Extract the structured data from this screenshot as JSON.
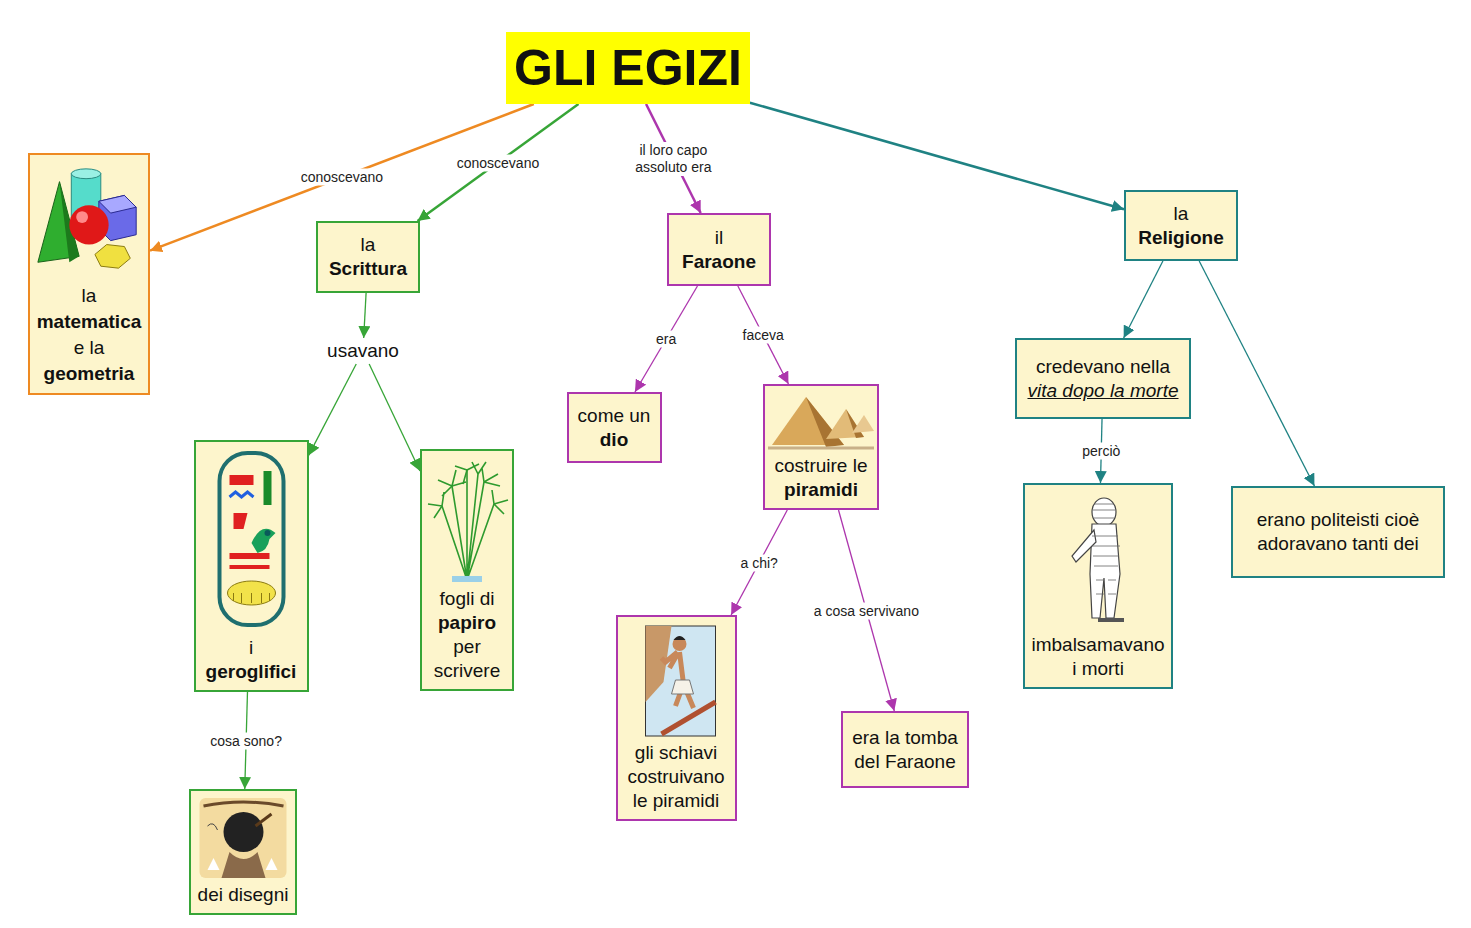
{
  "diagram": {
    "nodes": [
      {
        "text": [
          "GLI EGIZI"
        ]
      },
      {
        "text": [
          "la",
          "matematica",
          "e la",
          "geometria"
        ]
      },
      {
        "text": [
          "la",
          "Scrittura"
        ]
      },
      {
        "text": [
          "il",
          "Faraone"
        ]
      },
      {
        "text": [
          "la",
          "Religione"
        ]
      },
      {
        "text": [
          "usavano"
        ]
      },
      {
        "text": [
          "i",
          "geroglifici"
        ]
      },
      {
        "text": [
          "fogli di",
          "papiro",
          "per scrivere"
        ]
      },
      {
        "text": [
          "come un",
          "dio"
        ]
      },
      {
        "text": [
          "costruire le",
          "piramidi"
        ]
      },
      {
        "text": [
          "credevano nella",
          "vita dopo la morte"
        ]
      },
      {
        "text": [
          "erano politeisti cioè adoravano tanti dei"
        ]
      },
      {
        "text": [
          "gli schiavi costruivano le piramidi"
        ]
      },
      {
        "text": [
          "era la tomba del Faraone"
        ]
      },
      {
        "text": [
          "imbalsamavano i morti"
        ]
      },
      {
        "text": [
          "dei disegni"
        ]
      }
    ],
    "edges": [
      {
        "from": 0,
        "to": 1,
        "label": "conoscevano",
        "arrow": "to"
      },
      {
        "from": 0,
        "to": 2,
        "label": "conoscevano",
        "arrow": "to"
      },
      {
        "from": 0,
        "to": 3,
        "label": "il loro capo assoluto era",
        "arrow": "to"
      },
      {
        "from": 0,
        "to": 4,
        "arrow": "to"
      },
      {
        "from": 2,
        "to": 5,
        "arrow": "to"
      },
      {
        "from": 5,
        "to": 6,
        "arrow": "to"
      },
      {
        "from": 5,
        "to": 7,
        "arrow": "to"
      },
      {
        "from": 6,
        "to": 15,
        "label": "cosa sono?",
        "arrow": "to"
      },
      {
        "from": 3,
        "to": 8,
        "label": "era",
        "arrow": "to"
      },
      {
        "from": 3,
        "to": 9,
        "label": "faceva",
        "arrow": "to"
      },
      {
        "from": 9,
        "to": 12,
        "label": "a chi?",
        "arrow": "to"
      },
      {
        "from": 9,
        "to": 13,
        "label": "a cosa servivano",
        "arrow": "to"
      },
      {
        "from": 4,
        "to": 10,
        "arrow": "to"
      },
      {
        "from": 4,
        "to": 11,
        "arrow": "to"
      },
      {
        "from": 10,
        "to": 14,
        "label": "perciò",
        "arrow": "to"
      }
    ]
  }
}
